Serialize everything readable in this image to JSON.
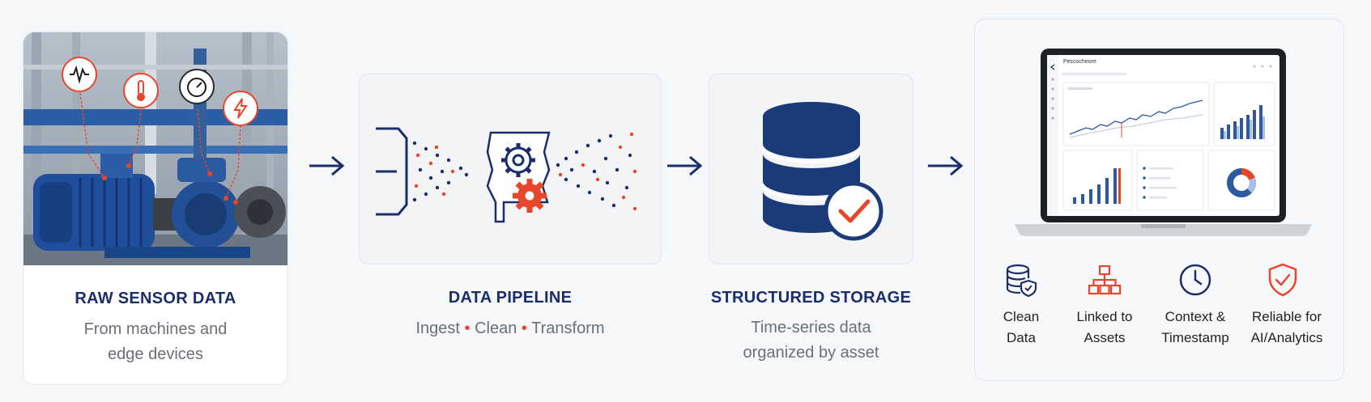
{
  "stages": [
    {
      "title": "RAW SENSOR DATA",
      "subtitle_lines": [
        "From machines and",
        "edge devices"
      ]
    },
    {
      "title": "DATA PIPELINE",
      "steps": [
        "Ingest",
        "Clean",
        "Transform"
      ],
      "separator": "•"
    },
    {
      "title": "STRUCTURED STORAGE",
      "subtitle_lines": [
        "Time-series data",
        "organized by asset"
      ]
    }
  ],
  "dashboard": {
    "app_title": "Рeccocheore"
  },
  "benefits": [
    {
      "icon": "shield-database-icon",
      "lines": [
        "Clean",
        "Data"
      ]
    },
    {
      "icon": "hierarchy-icon",
      "lines": [
        "Linked to",
        "Assets"
      ]
    },
    {
      "icon": "clock-icon",
      "lines": [
        "Context &",
        "Timestamp"
      ]
    },
    {
      "icon": "shield-check-icon",
      "lines": [
        "Reliable for",
        "AI/Analytics"
      ]
    }
  ],
  "sensor_icons": [
    "waveform-icon",
    "thermometer-icon",
    "gauge-icon",
    "lightning-icon"
  ],
  "colors": {
    "navy": "#1b2e6b",
    "accent": "#e8462a",
    "text": "#6b6f76"
  }
}
